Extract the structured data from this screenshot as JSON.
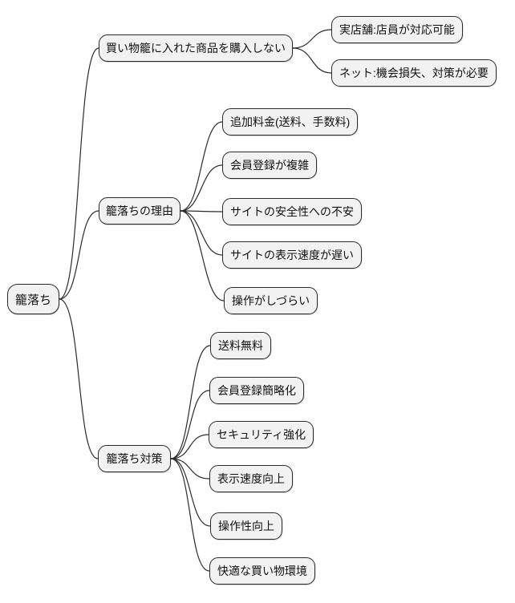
{
  "diagram": {
    "type": "mindmap",
    "root": {
      "label": "籠落ち"
    },
    "branches": [
      {
        "label": "買い物籠に入れた商品を購入しない",
        "children": [
          {
            "label": "実店舗:店員が対応可能"
          },
          {
            "label": "ネット:機会損失、対策が必要"
          }
        ]
      },
      {
        "label": "籠落ちの理由",
        "children": [
          {
            "label": "追加料金(送料、手数料)"
          },
          {
            "label": "会員登録が複雑"
          },
          {
            "label": "サイトの安全性への不安"
          },
          {
            "label": "サイトの表示速度が遅い"
          },
          {
            "label": "操作がしづらい"
          }
        ]
      },
      {
        "label": "籠落ち対策",
        "children": [
          {
            "label": "送料無料"
          },
          {
            "label": "会員登録簡略化"
          },
          {
            "label": "セキュリティ強化"
          },
          {
            "label": "表示速度向上"
          },
          {
            "label": "操作性向上"
          },
          {
            "label": "快適な買い物環境"
          }
        ]
      }
    ],
    "colors": {
      "node_fill": "#f2f2f2",
      "node_border": "#2b2b2b",
      "edge": "#2b2b2b",
      "text": "#111111",
      "background": "#ffffff"
    }
  }
}
